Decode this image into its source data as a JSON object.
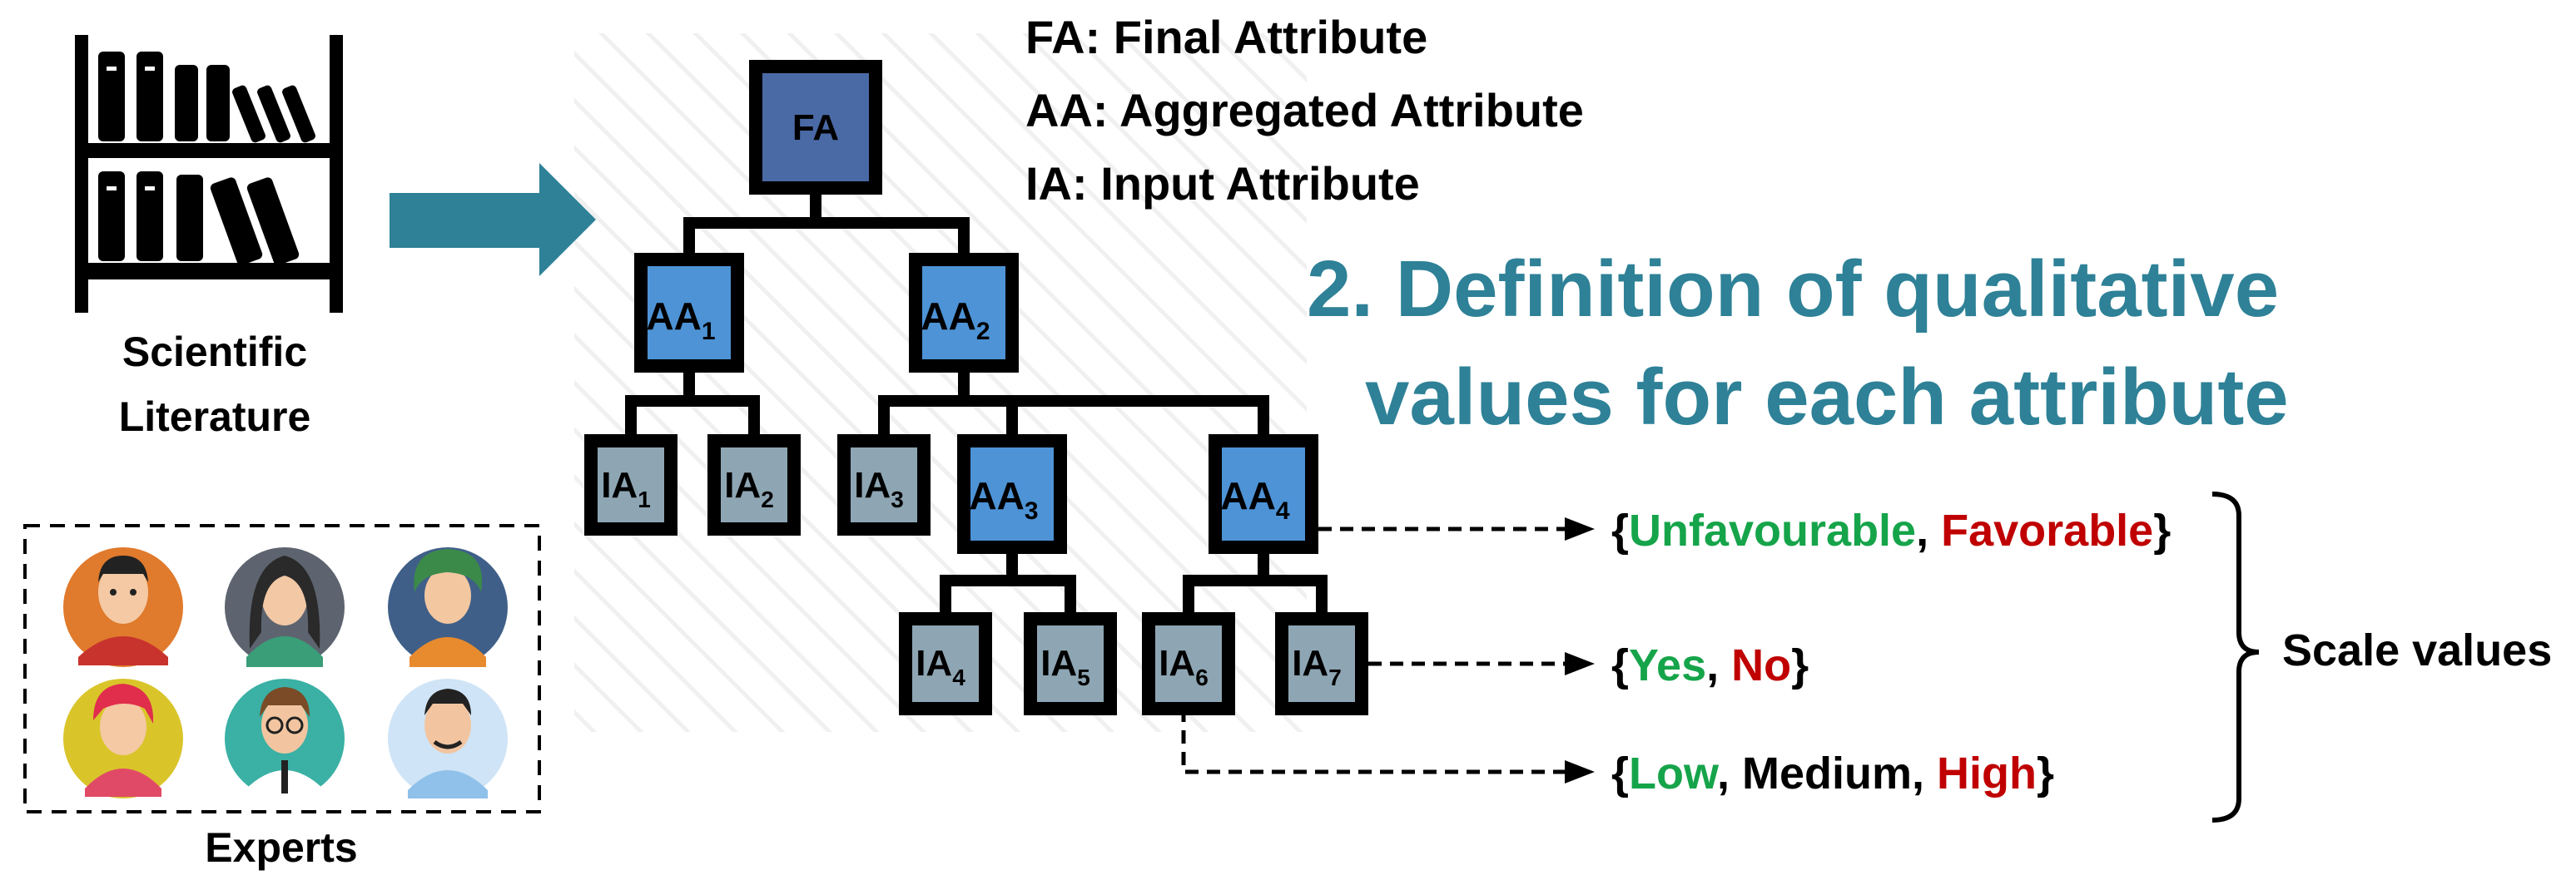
{
  "legend": {
    "fa": "FA: Final Attribute",
    "aa": "AA: Aggregated Attribute",
    "ia": "IA: Input Attribute"
  },
  "title": {
    "line1": "2. Definition of qualitative",
    "line2": "values for each attribute"
  },
  "sources": {
    "literature_line1": "Scientific",
    "literature_line2": "Literature",
    "experts": "Experts"
  },
  "tree": {
    "fa": "FA",
    "aa1": {
      "base": "AA",
      "sub": "1"
    },
    "aa2": {
      "base": "AA",
      "sub": "2"
    },
    "aa3": {
      "base": "AA",
      "sub": "3"
    },
    "aa4": {
      "base": "AA",
      "sub": "4"
    },
    "ia1": {
      "base": "IA",
      "sub": "1"
    },
    "ia2": {
      "base": "IA",
      "sub": "2"
    },
    "ia3": {
      "base": "IA",
      "sub": "3"
    },
    "ia4": {
      "base": "IA",
      "sub": "4"
    },
    "ia5": {
      "base": "IA",
      "sub": "5"
    },
    "ia6": {
      "base": "IA",
      "sub": "6"
    },
    "ia7": {
      "base": "IA",
      "sub": "7"
    }
  },
  "scales": {
    "row1": {
      "open": "{",
      "v1": "Unfavourable",
      "sep1": ", ",
      "v2": "Favorable",
      "close": "}"
    },
    "row2": {
      "open": "{",
      "v1": "Yes",
      "sep1": ", ",
      "v2": "No",
      "close": "}"
    },
    "row3": {
      "open": "{",
      "v1": "Low",
      "sep1": ", ",
      "v2": "Medium",
      "sep2": ", ",
      "v3": "High",
      "close": "}"
    },
    "label": "Scale values"
  },
  "colors": {
    "accent": "#2e8197",
    "fa_node": "#4a6aa6",
    "aa_node": "#4d93d6",
    "ia_node": "#8ea6b4",
    "positive": "#16a44a",
    "negative": "#c00000"
  }
}
